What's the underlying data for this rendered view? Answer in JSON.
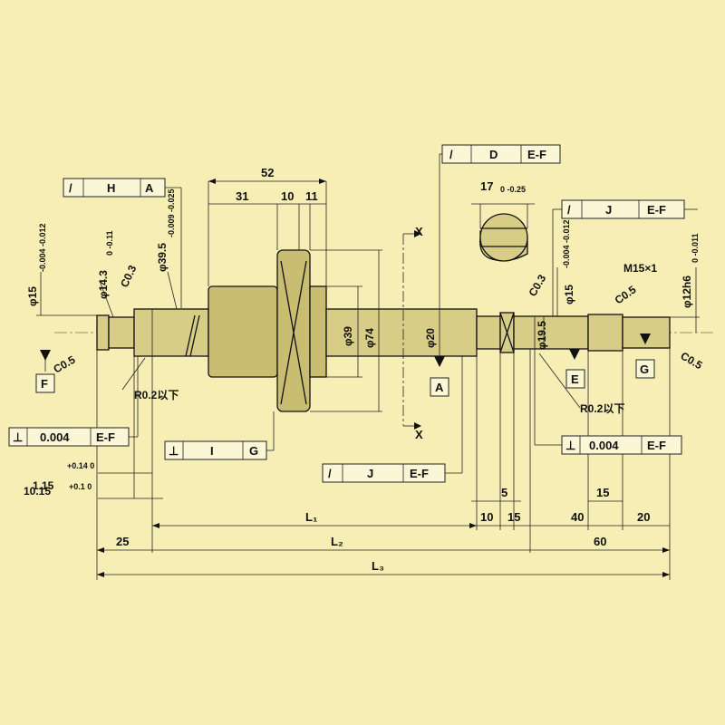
{
  "colors": {
    "background": "#f7eeb5",
    "part": "#d7cd86",
    "nut": "#c9bd72",
    "line": "#111111"
  },
  "dims": {
    "d52": "52",
    "d31": "31",
    "d10a": "10",
    "d11": "11",
    "L1": "L₁",
    "L2": "L₂",
    "L3": "L₃",
    "d25": "25",
    "d10b": "10",
    "d15a": "15",
    "d5": "5",
    "d40": "40",
    "d20": "20",
    "d15b": "15",
    "d60": "60",
    "d1_15": "1.15",
    "d1_15_tol": "+0.14 0",
    "d10_15": "10.15",
    "d10_15_tol": "+0.1 0"
  },
  "chamfers": {
    "c03_left": "C0.3",
    "c05_left": "C0.5",
    "c03_right": "C0.3",
    "c05_mid": "C0.5",
    "c05_right": "C0.5"
  },
  "radii": {
    "left": "R0.2以下",
    "right": "R0.2以下"
  },
  "thread": {
    "label": "M15×1"
  },
  "diams": {
    "phi15_left": "φ15",
    "phi15_left_tol": "-0.004 -0.012",
    "phi14_3": "φ14.3",
    "phi14_3_tol": "0 -0.11",
    "phi39_bearing": "φ39.5",
    "phi39_bearing_tol": "-0.009 -0.025",
    "phi39": "φ39",
    "phi74": "φ74",
    "phi20": "φ20",
    "phi19_5": "φ19.5",
    "phi15_right": "φ15",
    "phi15_right_tol": "-0.004 -0.012",
    "phi12h6": "φ12h6",
    "phi12h6_tol": "0 -0.011"
  },
  "section": {
    "mark": "X",
    "width": "17",
    "width_tol": "0 -0.25"
  },
  "fcf": {
    "h": {
      "symbol": "/",
      "value": "H",
      "datum": "A"
    },
    "d": {
      "symbol": "/",
      "value": "D",
      "datum": "E-F"
    },
    "j_right": {
      "symbol": "/",
      "value": "J",
      "datum": "E-F"
    },
    "perp_left": {
      "symbol": "⊥",
      "value": "0.004",
      "datum": "E-F"
    },
    "i": {
      "symbol": "⊥",
      "value": "I",
      "datum": "G"
    },
    "j_mid": {
      "symbol": "/",
      "value": "J",
      "datum": "E-F"
    },
    "perp_right": {
      "symbol": "⊥",
      "value": "0.004",
      "datum": "E-F"
    }
  },
  "datums": {
    "F": "F",
    "A": "A",
    "E": "E",
    "G": "G"
  }
}
